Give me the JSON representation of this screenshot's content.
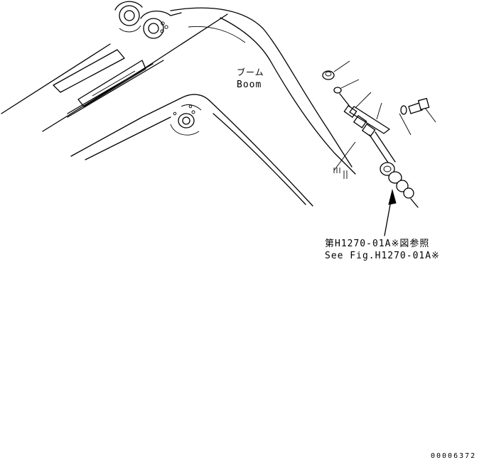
{
  "labels": {
    "boom_jp": "ブーム",
    "boom_en": "Boom",
    "ref_jp": "第H1270-01A※図参照",
    "ref_en": "See Fig.H1270-01A※",
    "drawing_code": "00006372"
  },
  "icons": {
    "callout_arrow": "arrow-up-icon"
  }
}
